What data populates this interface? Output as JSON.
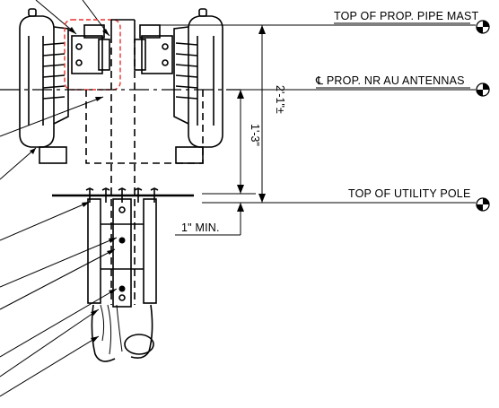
{
  "labels": {
    "top_of_mast": "TOP OF PROP. PIPE MAST",
    "center_antennas": "℄ PROP. NR AU ANTENNAS",
    "top_of_pole": "TOP OF UTILITY POLE",
    "min_clearance": "1\" MIN."
  },
  "dimensions": {
    "overall": "2'-1\"±",
    "antenna_center": "1'-3\""
  },
  "colors": {
    "linework": "#000000",
    "highlight": "#e8322d"
  }
}
